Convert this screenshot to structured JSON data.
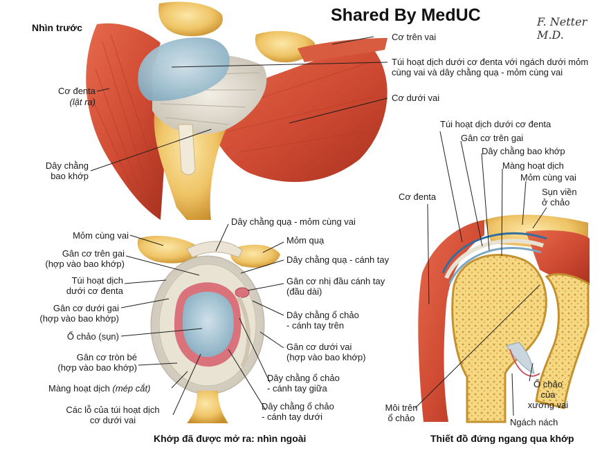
{
  "watermark": "Shared By MedUC",
  "signature": "F. Netter M.D.",
  "panel_top": {
    "title": "Nhìn trước",
    "labels": {
      "supraspinatus": "Cơ trên vai",
      "bursa_recess": "Túi hoạt dịch dưới cơ đenta với ngách dưới mỏm\ncùng vai và dây chằng quạ - mỏm cùng vai",
      "subscapularis": "Cơ dưới vai",
      "deltoid_a": "Cơ đenta",
      "deltoid_b": "(lật ra)",
      "capsular": "Dây chằng\nbao khớp"
    }
  },
  "panel_bottom_left": {
    "caption": "Khớp đã được mở ra: nhìn ngoài",
    "labels": {
      "acromion": "Mỏm cùng vai",
      "supraspinatus_tendon": "Gân cơ trên gai\n(hợp vào bao khớp)",
      "subdeltoid_bursa": "Túi hoạt dịch\ndưới cơ đenta",
      "infraspinatus_tendon": "Gân cơ dưới gai\n(hợp vào bao khớp)",
      "glenoid_cavity": "Ổ chảo (sụn)",
      "teres_minor": "Gân cơ tròn bé\n(hợp vào bao khớp)",
      "synovial_a": "Màng hoạt dịch ",
      "synovial_b": "(mép cắt)",
      "bursa_openings": "Các lỗ của túi hoạt dịch\ncơ dưới vai",
      "coracoacromial": "Dây chằng quạ - mỏm cùng vai",
      "coracoid": "Mỏm quạ",
      "coracohumeral": "Dây chằng quạ - cánh tay",
      "biceps_tendon": "Gân cơ nhị đầu cánh tay\n(đầu dài)",
      "sup_glenohumeral": "Dây chằng ổ chảo\n- cánh tay trên",
      "subscapularis_tendon": "Gân cơ dưới vai\n(hợp vào bao khớp)",
      "mid_glenohumeral": "Dây chằng ổ chảo\n- cánh tay giữa",
      "inf_glenohumeral": "Dây chằng ổ chảo\n- cánh tay dưới"
    }
  },
  "panel_bottom_right": {
    "caption": "Thiết đồ đứng ngang qua khớp",
    "labels": {
      "subdeltoid_bursa": "Túi hoạt dịch dưới cơ đenta",
      "supraspinatus_tendon": "Gân cơ trên gai",
      "capsular_ligament": "Dây chằng bao khớp",
      "synovial_membrane": "Màng hoạt dịch",
      "acromion": "Mỏm cùng vai",
      "labrum": "Sụn viền\nở chảo",
      "deltoid": "Cơ đenta",
      "glenoid_labrum_upper": "Môi trên\nổ chảo",
      "glenoid_of_scapula": "Ổ chảo\ncủa\nxương vai",
      "axillary_recess": "Ngách nách"
    }
  }
}
